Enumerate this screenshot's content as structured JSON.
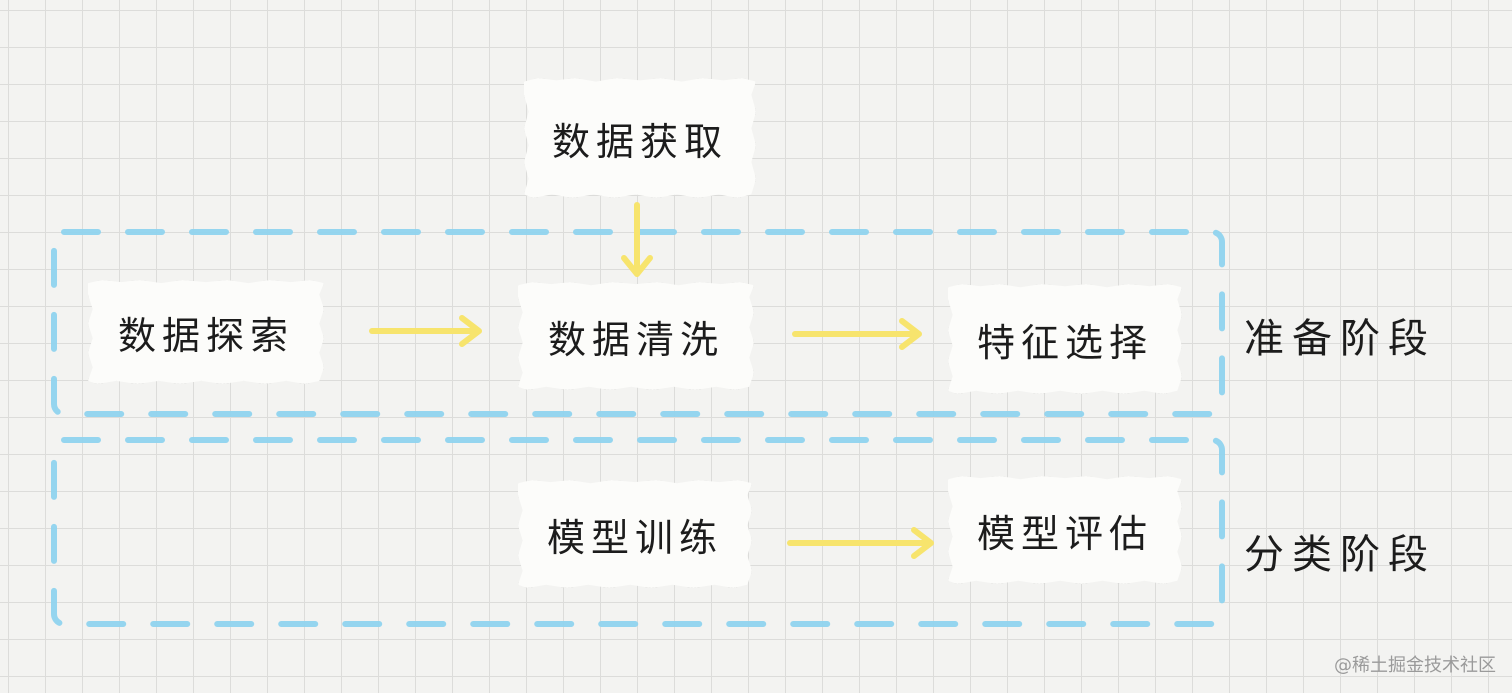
{
  "nodes": {
    "data_acquisition": "数据获取",
    "data_exploration": "数据探索",
    "data_cleaning": "数据清洗",
    "feature_selection": "特征选择",
    "model_training": "模型训练",
    "model_evaluation": "模型评估"
  },
  "stages": {
    "preparation": "准备阶段",
    "classification": "分类阶段"
  },
  "watermark": "@稀土掘金技术社区",
  "colors": {
    "dashed_border": "#8fd3ee",
    "arrow": "#f7e46d",
    "card": "#fcfcfa",
    "grid": "#dcdcda"
  }
}
